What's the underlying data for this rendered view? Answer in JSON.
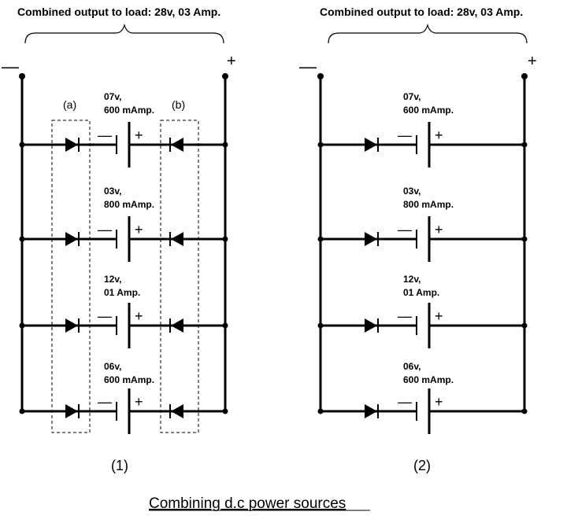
{
  "title": "Combining d.c power sources",
  "circuits": [
    {
      "label": "(1)",
      "output_text": "Combined output to load: 28v, 03 Amp.",
      "neg_symbol": "—",
      "pos_symbol": "+",
      "box_labels": [
        "(a)",
        "(b)"
      ],
      "sources": [
        {
          "voltage": "07v,",
          "current": "600 mAmp.",
          "minus": "—",
          "plus": "+"
        },
        {
          "voltage": "03v,",
          "current": "800 mAmp.",
          "minus": "—",
          "plus": "+"
        },
        {
          "voltage": "12v,",
          "current": "01 Amp.",
          "minus": "—",
          "plus": "+"
        },
        {
          "voltage": "06v,",
          "current": "600 mAmp.",
          "minus": "—",
          "plus": "+"
        }
      ]
    },
    {
      "label": "(2)",
      "output_text": "Combined output to load: 28v, 03 Amp.",
      "neg_symbol": "—",
      "pos_symbol": "+",
      "sources": [
        {
          "voltage": "07v,",
          "current": "600 mAmp.",
          "minus": "—",
          "plus": "+"
        },
        {
          "voltage": "03v,",
          "current": "800 mAmp.",
          "minus": "—",
          "plus": "+"
        },
        {
          "voltage": "12v,",
          "current": "01 Amp.",
          "minus": "—",
          "plus": "+"
        },
        {
          "voltage": "06v,",
          "current": "600 mAmp.",
          "minus": "—",
          "plus": "+"
        }
      ]
    }
  ]
}
